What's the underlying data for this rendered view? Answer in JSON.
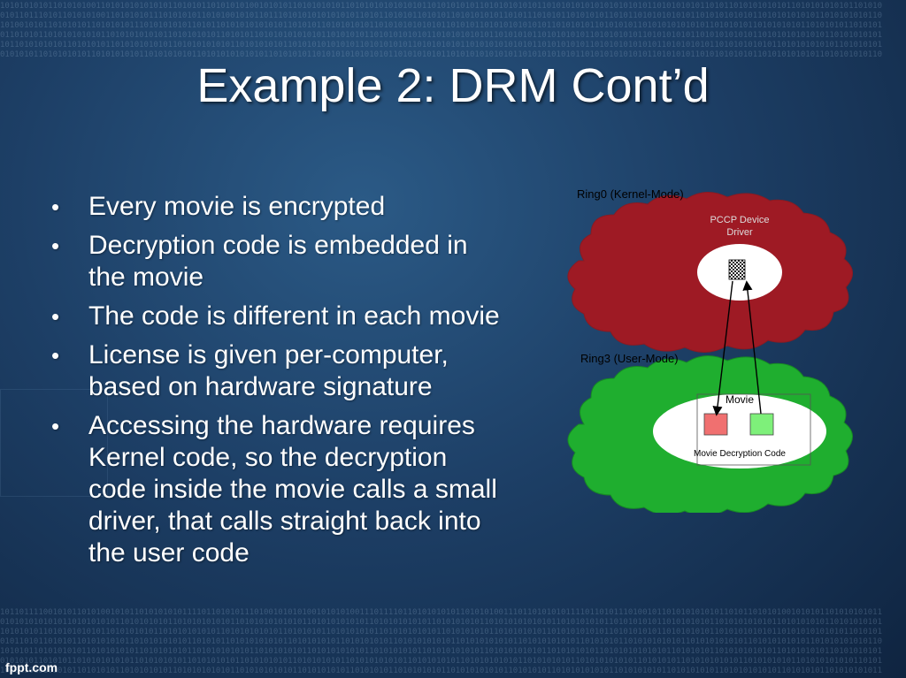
{
  "slide": {
    "title": "Example 2: DRM Cont’d",
    "bullets": [
      [
        "Every movie is encrypted"
      ],
      [
        "Decryption code is embedded in",
        "the movie"
      ],
      [
        "The code is different in each movie"
      ],
      [
        "License is given per-computer,",
        "based on hardware signature"
      ],
      [
        "Accessing the hardware requires",
        "Kernel code, so the decryption",
        "code inside the movie calls a small",
        "driver, that calls straight back into",
        "the user code"
      ]
    ],
    "bullet_symbol": "•"
  },
  "diagram": {
    "ring0_label": "Ring0 (Kernel-Mode)",
    "ring3_label": "Ring3 (User-Mode)",
    "driver_label_line1": "PCCP Device",
    "driver_label_line2": "Driver",
    "movie_label": "Movie",
    "movie_code_label": "Movie Decryption Code",
    "colors": {
      "kernel_cloud": "#9e1a24",
      "user_cloud": "#1fae2f",
      "red_box": "#f07070",
      "green_box": "#7ef07a"
    }
  },
  "footer": {
    "watermark": "fppt.com"
  },
  "colors": {
    "background": "#1d3f66",
    "text": "#ffffff"
  }
}
